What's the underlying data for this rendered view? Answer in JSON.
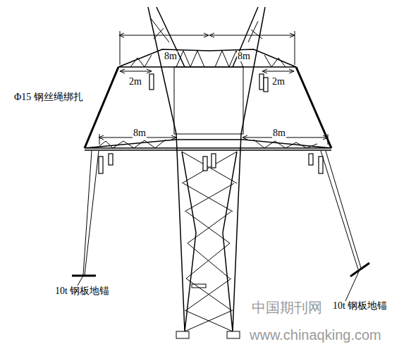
{
  "diagram": {
    "labels": [
      "8m",
      "8m",
      "2m",
      "2m",
      "Φ15 钢丝绳绑扎",
      "8m",
      "8m",
      "10t 钢板地锚",
      "10t 钢板地锚",
      "中国期刊网",
      "www.chinaqking.com"
    ]
  }
}
